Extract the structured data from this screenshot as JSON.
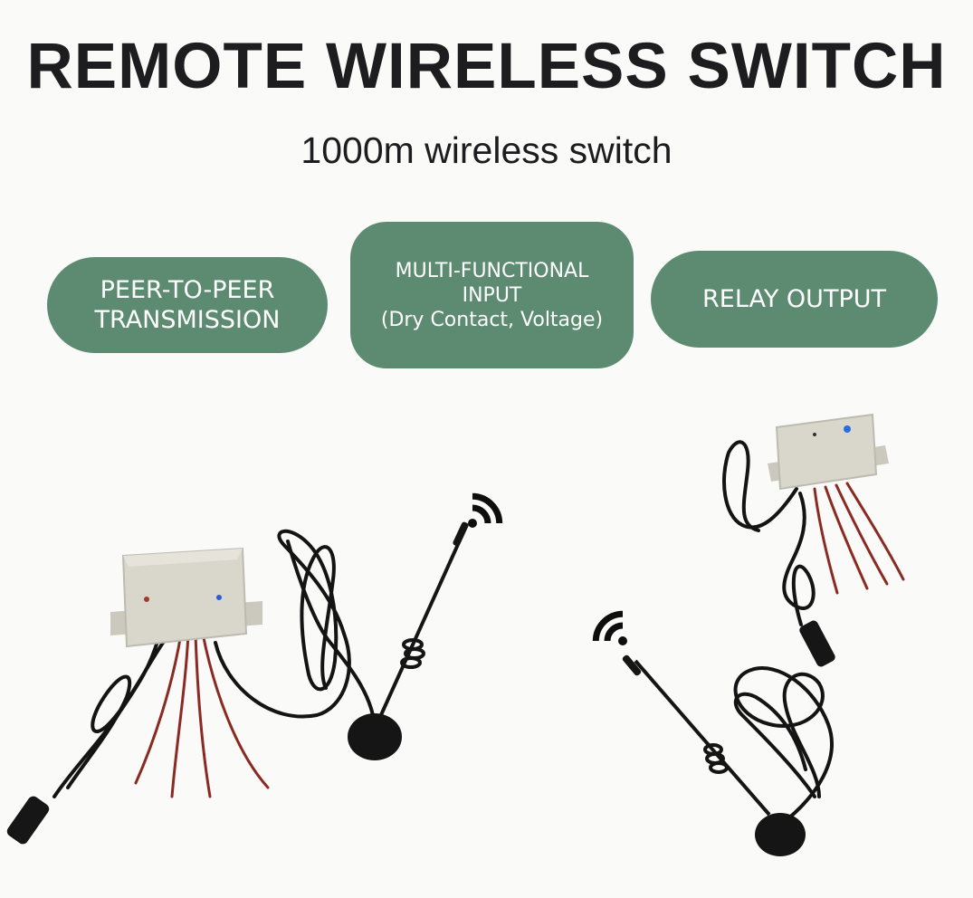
{
  "header": {
    "title": "REMOTE WIRELESS SWITCH",
    "subtitle": "1000m wireless switch"
  },
  "features": [
    {
      "line1": "PEER-TO-PEER",
      "line2": "TRANSMISSION"
    },
    {
      "line1": "MULTI-FUNCTIONAL",
      "line2": "INPUT",
      "note": "(Dry Contact, Voltage)"
    },
    {
      "line1": "RELAY OUTPUT"
    }
  ],
  "colors": {
    "background": "#fafaf9",
    "pill": "#5d8b72",
    "text_dark": "#1d1d1f",
    "enclosure": "#d9d7cc",
    "wire_red": "#8a2a22",
    "cable_black": "#141414"
  },
  "icons": [
    "wifi-signal-icon",
    "wifi-signal-icon"
  ]
}
